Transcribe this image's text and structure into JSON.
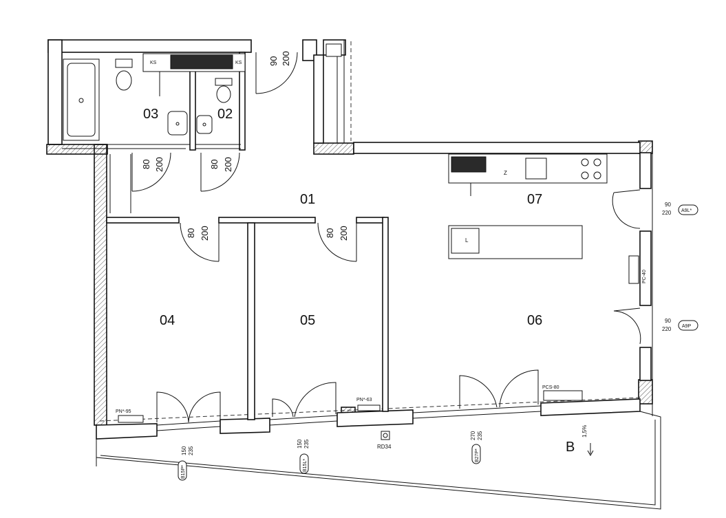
{
  "rooms": {
    "r01": "01",
    "r02": "02",
    "r03": "03",
    "r04": "04",
    "r05": "05",
    "r06": "06",
    "r07": "07"
  },
  "doors": {
    "entry": {
      "width": "90",
      "height": "200"
    },
    "bath03": {
      "width": "80",
      "height": "200"
    },
    "wc02": {
      "width": "80",
      "height": "200"
    },
    "room04": {
      "width": "80",
      "height": "200"
    },
    "room05": {
      "width": "80",
      "height": "200"
    }
  },
  "windows": {
    "w1": {
      "width": "150",
      "height": "235",
      "tag": "B15P*"
    },
    "w2": {
      "width": "150",
      "height": "235",
      "tag": "B15L*"
    },
    "w3": {
      "width": "270",
      "height": "235",
      "tag": "B27P*"
    }
  },
  "balcony_doors": {
    "a9l": {
      "width": "90",
      "height": "220",
      "tag": "A9L*"
    },
    "a9p": {
      "width": "90",
      "height": "220",
      "tag": "A9P"
    }
  },
  "radiators": {
    "pn95": "PN*-95",
    "pn63": "PN*-63",
    "pcs80": "PCS-80",
    "pc40": "PC-40"
  },
  "misc": {
    "rd34": "RD34",
    "section": "B",
    "slope": "1,5%",
    "ks_left": "KS",
    "ks_right": "KS",
    "kitchen_z": "Z",
    "kitchen_l": "L"
  }
}
